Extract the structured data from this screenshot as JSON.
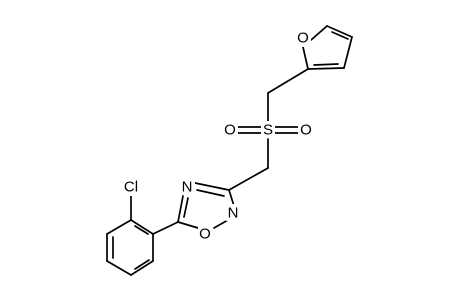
{
  "molecule": {
    "atoms": {
      "furan_O": "O",
      "sulfonyl_S": "S",
      "sulfonyl_O_left": "O",
      "sulfonyl_O_right": "O",
      "ring_N4": "N",
      "ring_N2": "N",
      "ring_O1": "O",
      "chlorine": "Cl"
    }
  }
}
